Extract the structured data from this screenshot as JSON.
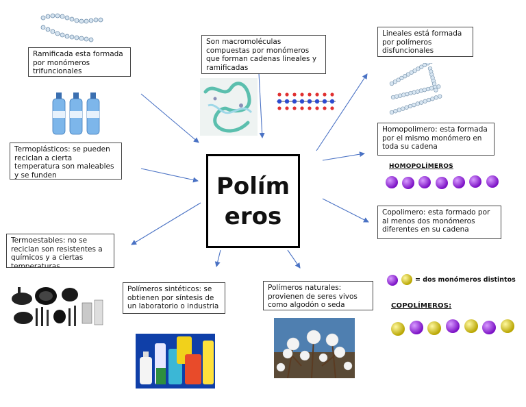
{
  "center": {
    "title": "Polímeros"
  },
  "nodes": {
    "ramificada": "Ramificada esta formada por monómeros trifuncionales",
    "macromoleculas": "Son macromoléculas compuestas por monómeros que forman cadenas lineales y ramificadas",
    "lineales": "Lineales está formada por polímeros disfuncionales",
    "homopolimero": "Homopolimero: esta formada por el mismo monómero en toda su cadena",
    "copolimero": "Copolimero: esta formado por al menos dos monómeros diferentes en su cadena",
    "termoplasticos": "Termoplásticos: se pueden reciclan a cierta temperatura son maleables y se funden",
    "termoestables": "Termoestables: no se reciclan son resistentes a químicos y a ciertas temperaturas",
    "sinteticos": "Polímeros sintéticos: se obtienen por síntesis de un laboratorio o industria",
    "naturales": "Polímeros naturales: provienen de seres vivos como algodón o seda"
  },
  "illustrations": {
    "homopolimeros_label": "HOMOPOLÍMEROS",
    "dos_monomeros_label": "= dos monómeros distintos",
    "copolimeros_label": "COPOLÍMEROS:"
  },
  "colors": {
    "arrow": "#4a72c4",
    "purple_bead": "#8a1fd0",
    "yellow_bead": "#d7c400",
    "water_bottle": "#5b9fe0"
  }
}
